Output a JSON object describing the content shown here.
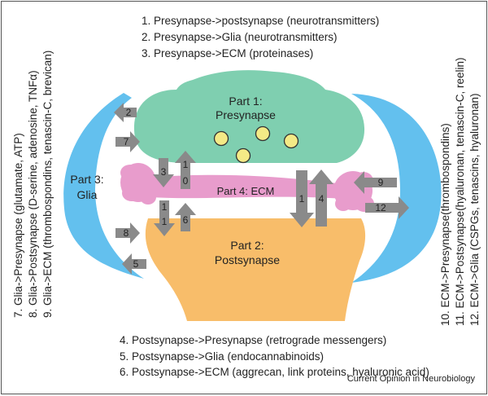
{
  "parts": {
    "presynapse": {
      "line1": "Part 1:",
      "line2": "Presynapse",
      "color": "#7fcfb0"
    },
    "postsynapse": {
      "line1": "Part 2:",
      "line2": "Postsynapse",
      "color": "#f8bd6a"
    },
    "glia": {
      "line1": "Part 3:",
      "line2": "Glia",
      "color": "#63c0ee"
    },
    "ecm": {
      "label": "Part 4: ECM",
      "color": "#e89ccc"
    }
  },
  "arrow_color": "#8a8a8a",
  "vesicle_color": "#f4ea86",
  "arrow_labels": {
    "a1": "1",
    "a2": "2",
    "a3": "3",
    "a0": "0",
    "a7": "7",
    "a11a": "1",
    "a11b": "1",
    "a6": "6",
    "a8": "8",
    "a5": "5",
    "a1r": "1",
    "a4": "4",
    "a9": "9",
    "a12": "12"
  },
  "list_top": [
    "1. Presynapse->postsynapse (neurotransmitters)",
    "2. Presynapse->Glia (neurotransmitters)",
    "3. Presynapse->ECM (proteinases)"
  ],
  "list_bottom": [
    "4. Postsynapse->Presynapse (retrograde messengers)",
    "5. Postsynapse->Glia (endocannabinoids)",
    "6. Postsynapse->ECM (aggrecan, link proteins, hyaluronic acid)"
  ],
  "list_left": [
    "7. Glia->Presynapse (glutamate, ATP)",
    "8. Glia->Postsynapse (D-serine, adenosine, TNFα)",
    "9. Glia->ECM (thrombospondins, tenascin-C, brevican)"
  ],
  "list_right": [
    "10. ECM->Presynapse(thrombospondins)",
    "11. ECM->Postsynapse(hyaluronan, tenascin-C, reelin)",
    "12. ECM->Glia (CSPGs, tenascins, hyaluronan)"
  ],
  "credit": "Current Opinion in Neurobiology"
}
